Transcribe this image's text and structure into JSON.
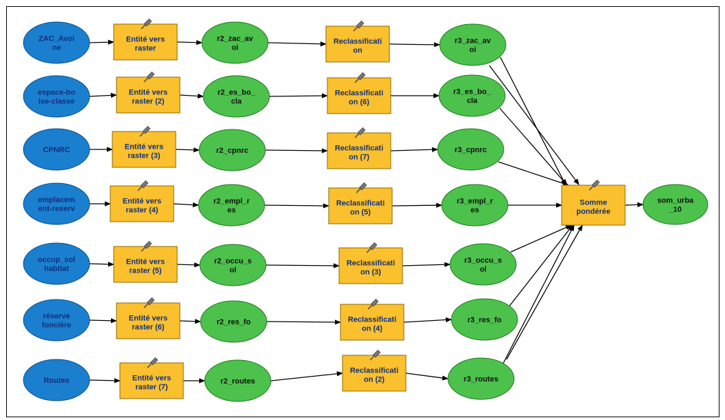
{
  "colors": {
    "input_fill": "#1b7fd0",
    "input_stroke": "#0a4f8a",
    "tool_fill": "#fbc02d",
    "tool_stroke": "#8a6a00",
    "output_fill": "#4cc14c",
    "output_stroke": "#1e7a1e",
    "connector": "#000000"
  },
  "rows": [
    {
      "input": [
        "ZAC_Avoi",
        "ne"
      ],
      "tool1": [
        "Entité vers",
        "raster"
      ],
      "mid": [
        "r2_zac_av",
        "oi"
      ],
      "tool2": [
        "Reclassificati",
        "on"
      ],
      "out": [
        "r3_zac_av",
        "oi"
      ]
    },
    {
      "input": [
        "espace-bo",
        "ise-classe"
      ],
      "tool1": [
        "Entité vers",
        "raster (2)"
      ],
      "mid": [
        "r2_es_bo_",
        "cla"
      ],
      "tool2": [
        "Reclassificati",
        "on (6)"
      ],
      "out": [
        "r3_es_bo_",
        "cla"
      ]
    },
    {
      "input": [
        "CPNRC"
      ],
      "tool1": [
        "Entité vers",
        "raster (3)"
      ],
      "mid": [
        "r2_cpnrc"
      ],
      "tool2": [
        "Reclassificati",
        "on (7)"
      ],
      "out": [
        "r3_cpnrc"
      ]
    },
    {
      "input": [
        "emplacem",
        "ent-reserv"
      ],
      "tool1": [
        "Entité vers",
        "raster (4)"
      ],
      "mid": [
        "r2_empl_r",
        "es"
      ],
      "tool2": [
        "Reclassificati",
        "on (5)"
      ],
      "out": [
        "r3_empl_r",
        "es"
      ]
    },
    {
      "input": [
        "occup_sol",
        "habitat"
      ],
      "tool1": [
        "Entité vers",
        "raster (5)"
      ],
      "mid": [
        "r2_occu_s",
        "ol"
      ],
      "tool2": [
        "Reclassificati",
        "on (3)"
      ],
      "out": [
        "r3_occu_s",
        "ol"
      ]
    },
    {
      "input": [
        "réserve",
        "foncière"
      ],
      "tool1": [
        "Entité vers",
        "raster (6)"
      ],
      "mid": [
        "r2_res_fo"
      ],
      "tool2": [
        "Reclassificati",
        "on (4)"
      ],
      "out": [
        "r3_res_fo"
      ]
    },
    {
      "input": [
        "Routes"
      ],
      "tool1": [
        "Entité vers",
        "raster (7)"
      ],
      "mid": [
        "r2_routes"
      ],
      "tool2": [
        "Reclassificati",
        "on (2)"
      ],
      "out": [
        "r3_routes"
      ]
    }
  ],
  "sum_tool": [
    "Somme",
    "pondérée"
  ],
  "final_output": [
    "som_urba",
    "_10"
  ]
}
